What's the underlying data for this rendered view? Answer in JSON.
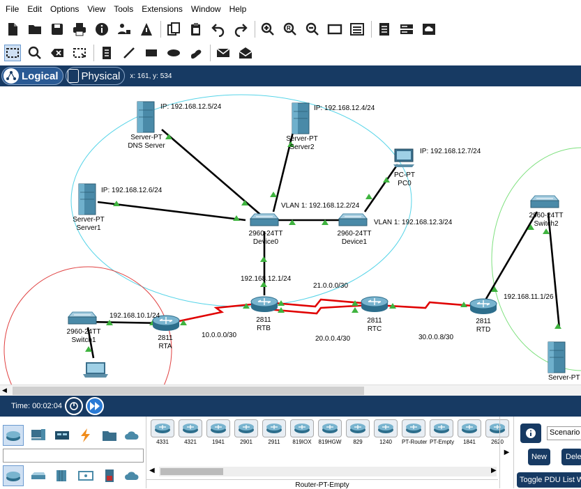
{
  "menu": [
    "File",
    "Edit",
    "Options",
    "View",
    "Tools",
    "Extensions",
    "Window",
    "Help"
  ],
  "toolbar1_icons": [
    "new-file-icon",
    "open-folder-icon",
    "save-icon",
    "print-icon",
    "info-icon",
    "network-wizard-icon",
    "activity-wizard-icon",
    "copy-icon",
    "paste-icon",
    "undo-icon",
    "redo-icon",
    "zoom-in-icon",
    "zoom-reset-icon",
    "zoom-out-icon",
    "drawing-palette-icon",
    "custom-device-dialog-icon",
    "viewport-icon",
    "devices-icon",
    "cloud-icon"
  ],
  "toolbar2_icons": [
    "select-icon",
    "inspect-icon",
    "delete-icon",
    "resize-icon",
    "note-icon",
    "line-icon",
    "rectangle-icon",
    "ellipse-icon",
    "freeform-icon",
    "simple-pdu-icon",
    "complex-pdu-icon"
  ],
  "modes": {
    "logical": "Logical",
    "physical": "Physical"
  },
  "coords": "x: 161, y: 534",
  "topology": {
    "ip_dns": "IP: 192.168.12.5/24",
    "ip_server2": "IP: 192.168.12.4/24",
    "ip_pc0": "IP: 192.168.12.7/24",
    "ip_server1": "IP: 192.168.12.6/24",
    "vlan_dev0": "VLAN 1: 192.168.12.2/24",
    "vlan_dev1": "VLAN 1: 192.168.12.3/24",
    "gw_rtb": "192.168.12.1/24",
    "net_21": "21.0.0.0/30",
    "gw_rta": "192.168.10.1/24",
    "gw_rtd": "192.168.11.1/26",
    "net_10": "10.0.0.0/30",
    "net_20": "20.0.0.4/30",
    "net_30": "30.0.0.8/30",
    "devices": {
      "dns": {
        "model": "Server-PT",
        "name": "DNS Server"
      },
      "server2": {
        "model": "Server-PT",
        "name": "Server2"
      },
      "server1": {
        "model": "Server-PT",
        "name": "Server1"
      },
      "pc0": {
        "model": "PC-PT",
        "name": "PC0"
      },
      "device0": {
        "model": "2960-24TT",
        "name": "Device0"
      },
      "device1": {
        "model": "2960-24TT",
        "name": "Device1"
      },
      "switch2": {
        "model": "2960-24TT",
        "name": "Switch2"
      },
      "switch1": {
        "model": "2960-24TT",
        "name": "Switch1"
      },
      "rta": {
        "model": "2811",
        "name": "RTA"
      },
      "rtb": {
        "model": "2811",
        "name": "RTB"
      },
      "rtc": {
        "model": "2811",
        "name": "RTC"
      },
      "rtd": {
        "model": "2811",
        "name": "RTD"
      },
      "server_bottom": {
        "model": "Server-PT"
      }
    }
  },
  "time": "Time: 00:02:04",
  "device_models": [
    "4331",
    "4321",
    "1941",
    "2901",
    "2911",
    "819IOX",
    "819HGW",
    "829",
    "1240",
    "PT-Router",
    "PT-Empty",
    "1841",
    "2620"
  ],
  "selected_device_name": "Router-PT-Empty",
  "pdu_panel": {
    "scenario": "Scenario",
    "new": "New",
    "delete": "Dele",
    "toggle": "Toggle PDU List Wi"
  },
  "colors": {
    "navy": "#173a63",
    "serial_link": "#e00000",
    "cable": "#000000",
    "link_up": "#3fb33f",
    "vlan_area": "#56d4e8",
    "left_area": "#e04040",
    "right_area": "#7de07d"
  }
}
